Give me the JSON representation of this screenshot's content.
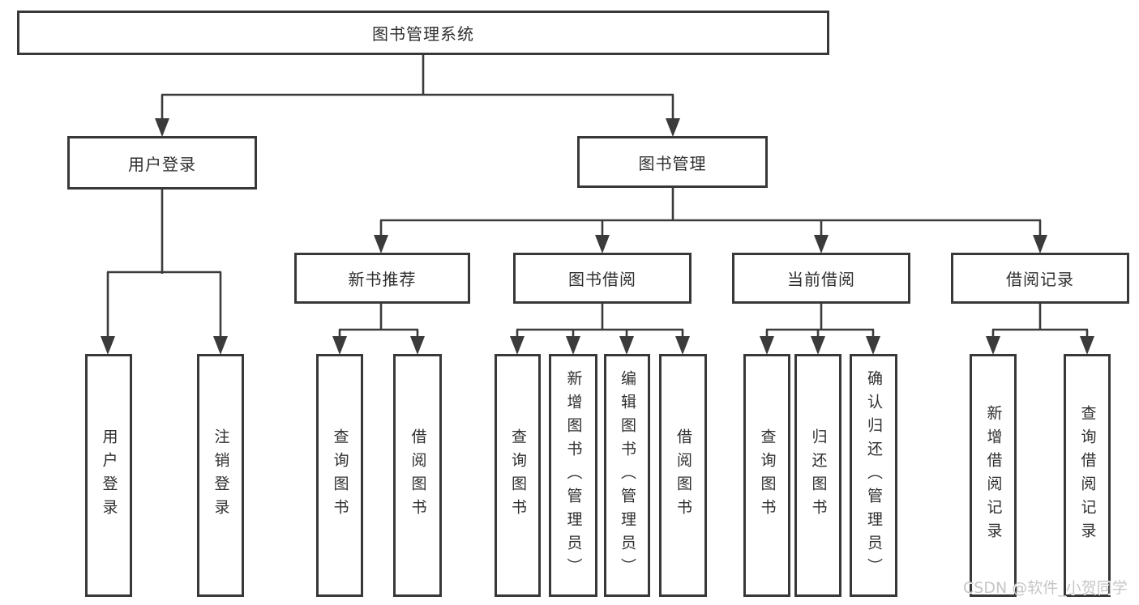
{
  "diagram_type": "hierarchy-tree",
  "root": {
    "label": "图书管理系统",
    "children": [
      {
        "label": "用户登录",
        "children": [
          {
            "label": "用户登录"
          },
          {
            "label": "注销登录"
          }
        ]
      },
      {
        "label": "图书管理",
        "children": [
          {
            "label": "新书推荐",
            "children": [
              {
                "label": "查询图书"
              },
              {
                "label": "借阅图书"
              }
            ]
          },
          {
            "label": "图书借阅",
            "children": [
              {
                "label": "查询图书"
              },
              {
                "label": "新增图书（管理员）"
              },
              {
                "label": "编辑图书（管理员）"
              },
              {
                "label": "借阅图书"
              }
            ]
          },
          {
            "label": "当前借阅",
            "children": [
              {
                "label": "查询图书"
              },
              {
                "label": "归还图书"
              },
              {
                "label": "确认归还（管理员）"
              }
            ]
          },
          {
            "label": "借阅记录",
            "children": [
              {
                "label": "新增借阅记录"
              },
              {
                "label": "查询借阅记录"
              }
            ]
          }
        ]
      }
    ]
  },
  "watermark": {
    "text": "CSDN @软件_小贺同学"
  },
  "colors": {
    "background": "#ffffff",
    "line": "#3b3b3b",
    "box_border": "#383838",
    "text": "#2f2f2f",
    "watermark": "#c6c6c6"
  }
}
